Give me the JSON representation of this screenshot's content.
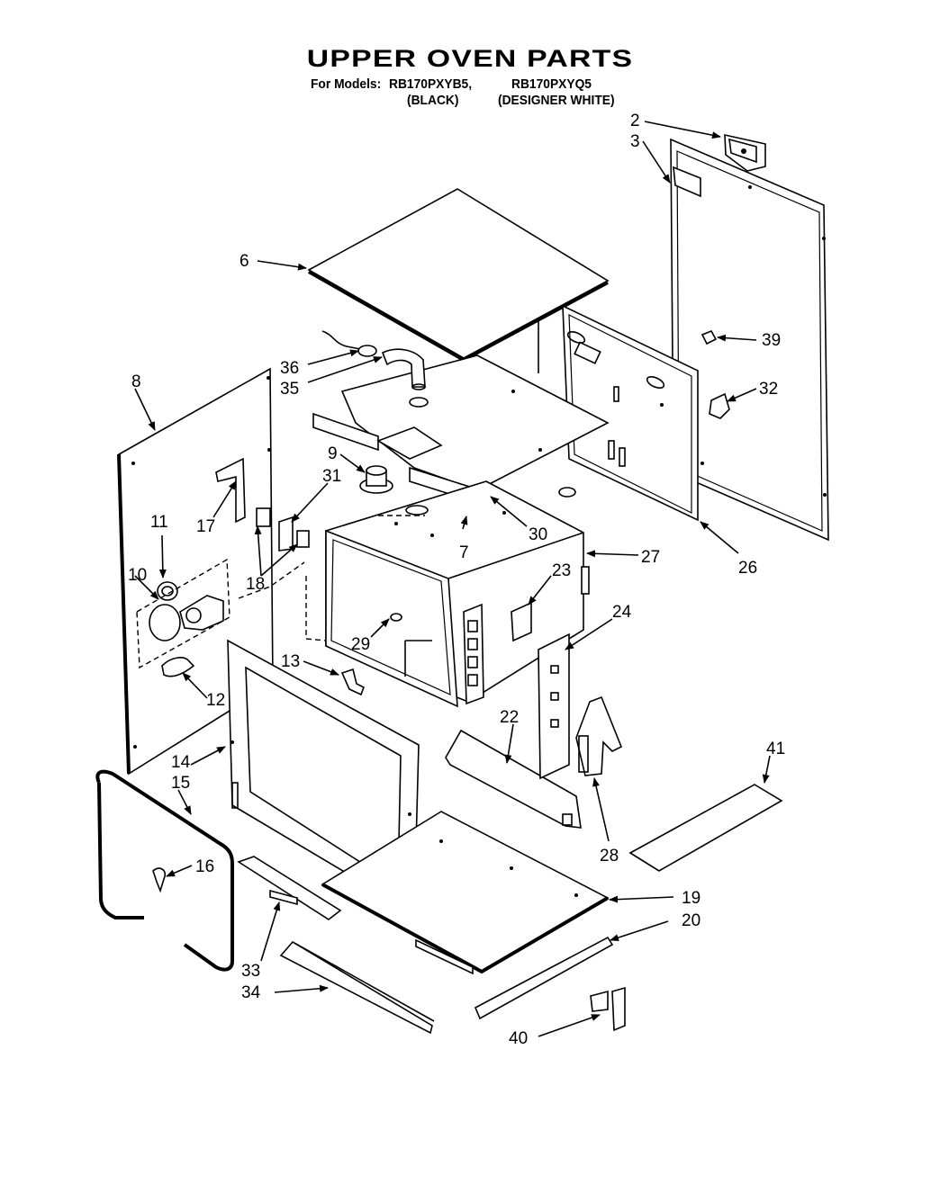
{
  "header": {
    "title": "UPPER OVEN PARTS",
    "for_models_label": "For Models:",
    "model_black": "RB170PXYB5,",
    "model_white": "RB170PXYQ5",
    "color_black": "(BLACK)",
    "color_white": "(DESIGNER WHITE)"
  },
  "callouts": {
    "c2": "2",
    "c3": "3",
    "c6": "6",
    "c7": "7",
    "c8": "8",
    "c9": "9",
    "c10": "10",
    "c11": "11",
    "c12": "12",
    "c13": "13",
    "c14": "14",
    "c15": "15",
    "c16": "16",
    "c17": "17",
    "c18": "18",
    "c19": "19",
    "c20": "20",
    "c22": "22",
    "c23": "23",
    "c24": "24",
    "c26": "26",
    "c27": "27",
    "c28": "28",
    "c29": "29",
    "c30": "30",
    "c31": "31",
    "c32": "32",
    "c33": "33",
    "c34": "34",
    "c35": "35",
    "c36": "36",
    "c39": "39",
    "c40": "40",
    "c41": "41"
  }
}
